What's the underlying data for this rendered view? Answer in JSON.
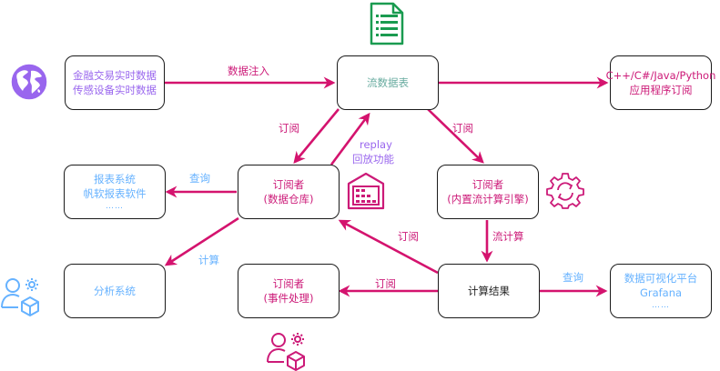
{
  "colors": {
    "edge": "#d4136e",
    "purple_text": "#9966ee",
    "teal_text": "#67ab9f",
    "pink_text": "#cc1a78",
    "blue_text": "#66b2ff",
    "dark_text": "#222222",
    "doc_icon": "#1a9b50",
    "globe_icon": "#9966ee",
    "warehouse_icon": "#cc1a78",
    "gear_icon": "#cc1a78",
    "user_blue_icon": "#66b2ff",
    "user_pink_icon": "#cc1a78"
  },
  "nodes": {
    "source": {
      "line1": "金融交易实时数据",
      "line2": "传感设备实时数据"
    },
    "stream_table": {
      "line1": "流数据表"
    },
    "app_subscribe": {
      "line1": "C++/C#/Java/Python",
      "line2": "应用程序订阅"
    },
    "report_system": {
      "line1": "报表系统",
      "line2": "帆软报表软件",
      "line3": "……"
    },
    "warehouse_sub": {
      "line1": "订阅者",
      "line2": "(数据仓库)"
    },
    "engine_sub": {
      "line1": "订阅者",
      "line2": "(内置流计算引擎)"
    },
    "analysis_system": {
      "line1": "分析系统"
    },
    "event_sub": {
      "line1": "订阅者",
      "line2": "(事件处理)"
    },
    "compute_result": {
      "line1": "计算结果"
    },
    "grafana": {
      "line1": "数据可视化平台",
      "line2": "Grafana",
      "line3": "……"
    }
  },
  "edge_labels": {
    "ingest": "数据注入",
    "sub_warehouse": "订阅",
    "replay_1": "replay",
    "replay_2": "回放功能",
    "sub_engine": "订阅",
    "query_report": "查询",
    "compute_analysis": "计算",
    "stream_compute": "流计算",
    "sub_result_warehouse": "订阅",
    "sub_result_event": "订阅",
    "query_grafana": "查询"
  },
  "icons": {
    "globe": "globe-icon",
    "document": "document-list-icon",
    "warehouse": "warehouse-icon",
    "gear_sync": "gear-sync-icon",
    "user_blue": "user-settings-box-icon",
    "user_pink": "user-settings-box-icon"
  }
}
